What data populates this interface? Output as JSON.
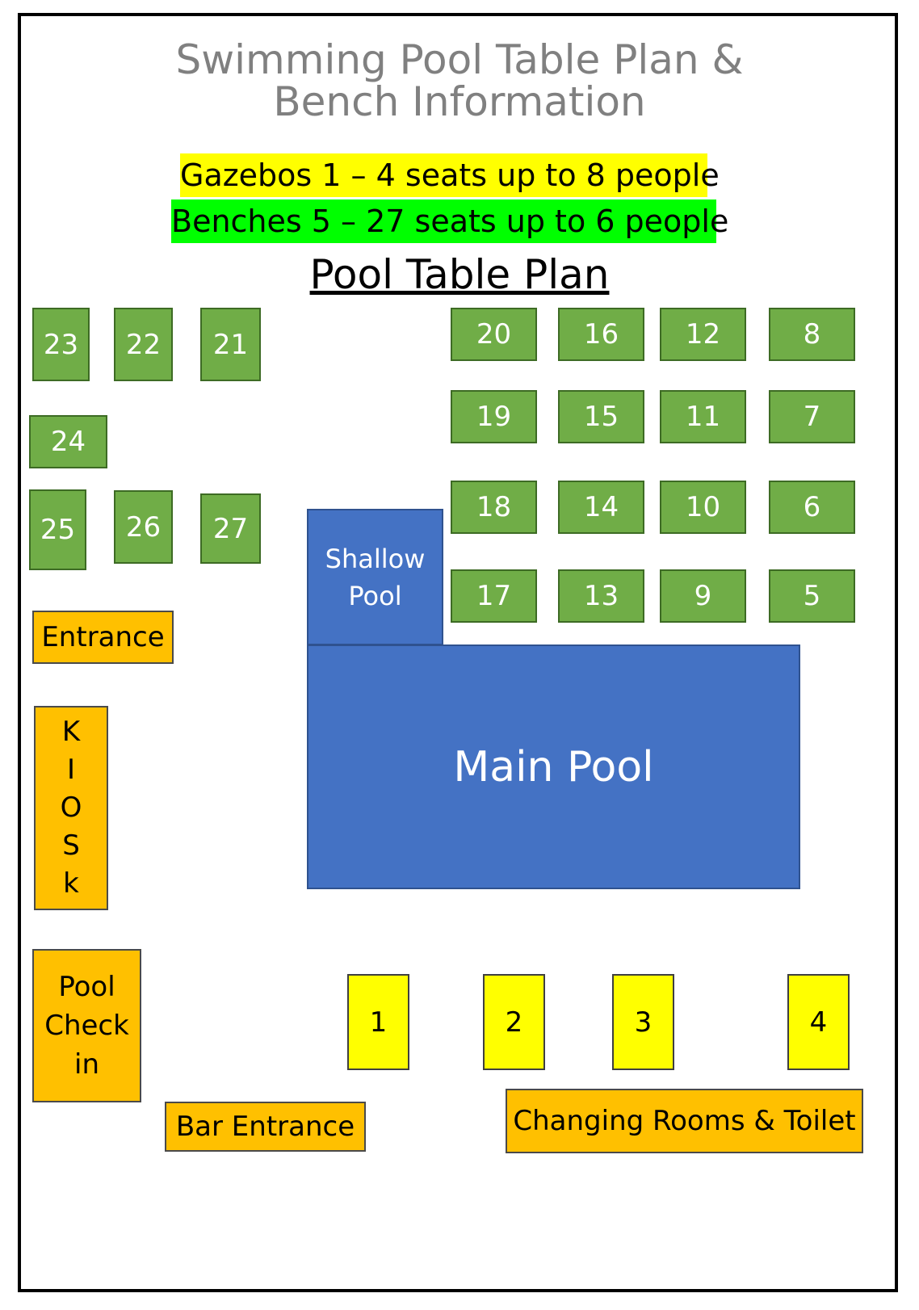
{
  "header": {
    "title_line1": "Swimming Pool Table Plan &",
    "title_line2": "Bench Information",
    "gazebo_note": "Gazebos 1 – 4 seats up to 8 people",
    "bench_note": "Benches 5 – 27 seats up to 6 people",
    "plan_title": "Pool Table Plan"
  },
  "colors": {
    "bench": "#70ad47",
    "gazebo": "#ffff00",
    "facility": "#ffc000",
    "pool": "#4472c4",
    "title": "#808080"
  },
  "benches": {
    "b5": "5",
    "b6": "6",
    "b7": "7",
    "b8": "8",
    "b9": "9",
    "b10": "10",
    "b11": "11",
    "b12": "12",
    "b13": "13",
    "b14": "14",
    "b15": "15",
    "b16": "16",
    "b17": "17",
    "b18": "18",
    "b19": "19",
    "b20": "20",
    "b21": "21",
    "b22": "22",
    "b23": "23",
    "b24": "24",
    "b25": "25",
    "b26": "26",
    "b27": "27"
  },
  "gazebos": {
    "g1": "1",
    "g2": "2",
    "g3": "3",
    "g4": "4"
  },
  "pools": {
    "shallow_line1": "Shallow",
    "shallow_line2": "Pool",
    "main": "Main Pool"
  },
  "facilities": {
    "entrance": "Entrance",
    "kiosk_letters": [
      "K",
      "I",
      "O",
      "S",
      "k"
    ],
    "check_in_line1": "Pool",
    "check_in_line2": "Check",
    "check_in_line3": "in",
    "bar_entrance": "Bar Entrance",
    "changing_rooms": "Changing Rooms & Toilet"
  }
}
